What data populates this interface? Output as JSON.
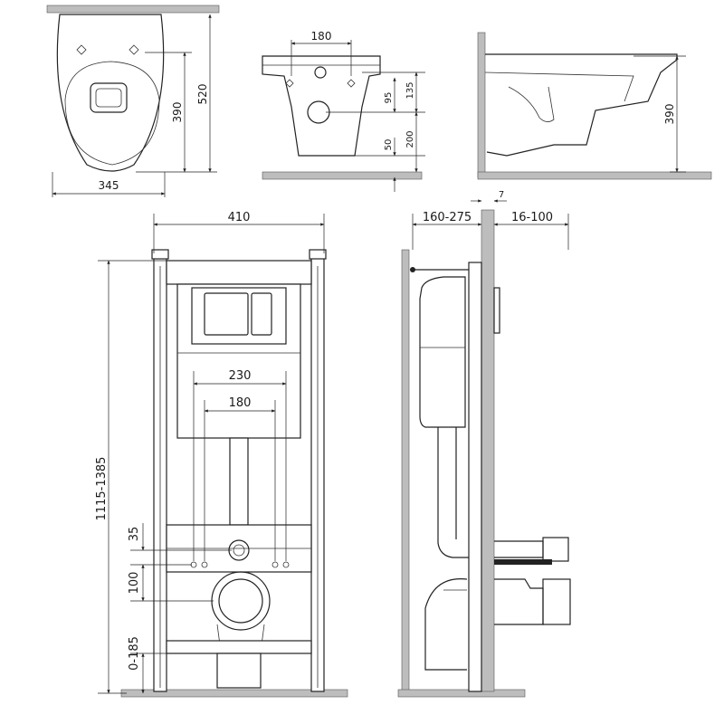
{
  "top_views": {
    "bowl_top": {
      "width_label": "345",
      "length_label": "520",
      "depth_label": "390"
    },
    "bowl_front": {
      "bolt_spacing_label": "180",
      "dim_95": "95",
      "dim_135": "135",
      "dim_50": "50",
      "dim_200": "200"
    },
    "bowl_side": {
      "height_label": "390"
    }
  },
  "frame_front": {
    "width_label": "410",
    "height_label": "1115-1385",
    "stud_outer_label": "230",
    "stud_inner_label": "180",
    "dim_35": "35",
    "dim_100": "100",
    "dim_0_185": "0-185"
  },
  "frame_side": {
    "depth_left_label": "160-275",
    "depth_right_label": "16-100",
    "panel_label": "7"
  }
}
